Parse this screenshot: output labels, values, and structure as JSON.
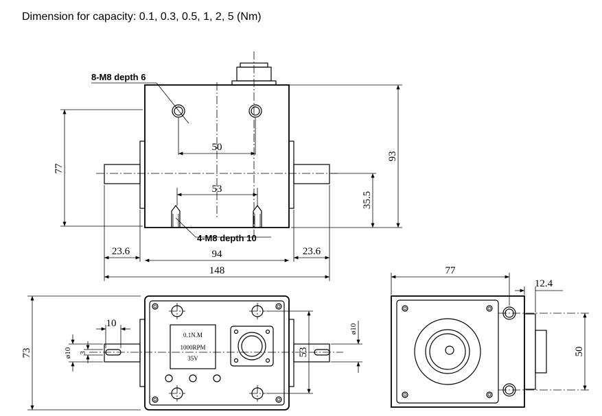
{
  "caption": "Dimension for capacity: 0.1, 0.3, 0.5, 1, 2, 5 (Nm)",
  "front_view": {
    "labels": {
      "top_holes": "8-M8 depth 6",
      "bottom_holes": "4-M8 depth 10"
    },
    "dims": {
      "hole_spacing_top": "50",
      "hole_spacing_bottom": "53",
      "body_height": "77",
      "overall_height": "93",
      "shaft_height": "35.5",
      "shaft_left": "23.6",
      "shaft_right": "23.6",
      "body_width": "94",
      "overall_width": "148"
    }
  },
  "top_view": {
    "dims": {
      "depth": "73",
      "shaft_dia_left": "ø10",
      "key_width": "3",
      "key_length": "10",
      "hole_spacing": "53",
      "shaft_dia_right": "ø10"
    },
    "plate": {
      "line1": "0.1N.M",
      "line2": "1000RPM",
      "line3": "35V"
    }
  },
  "side_view": {
    "dims": {
      "width": "77",
      "connector_depth": "12.4",
      "connector_spacing": "50"
    }
  }
}
